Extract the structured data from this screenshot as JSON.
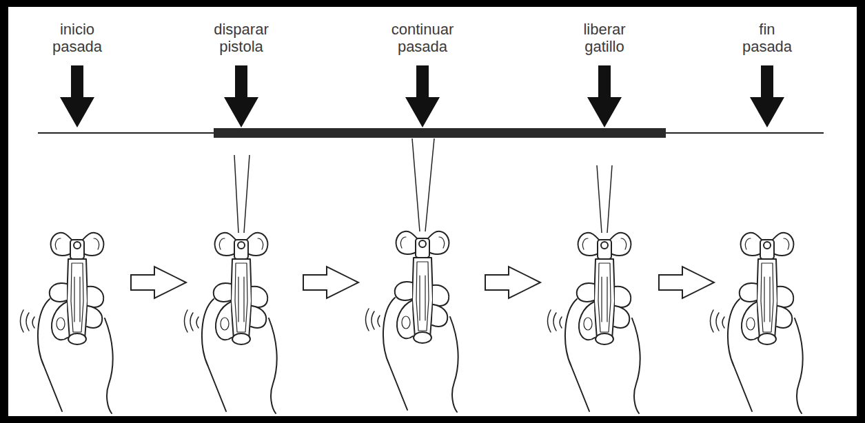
{
  "diagram": {
    "labels": [
      "inicio pasada",
      "disparar pistola",
      "continuar pasada",
      "liberar gatillo",
      "fin pasada"
    ]
  }
}
